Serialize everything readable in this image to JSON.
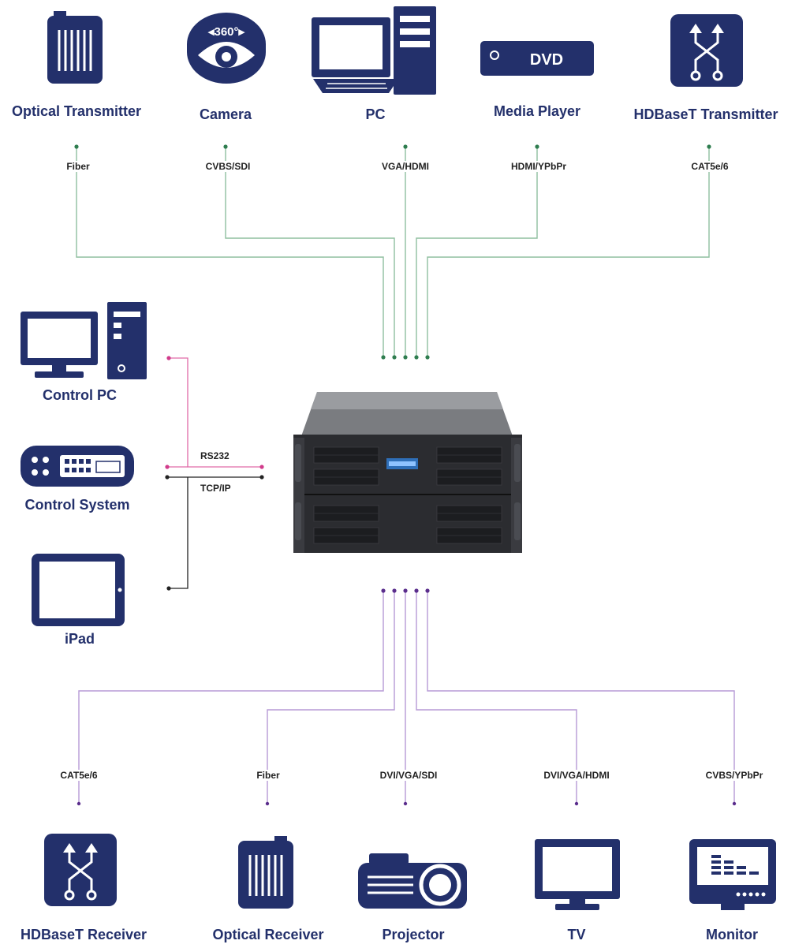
{
  "sources": [
    {
      "label": "Optical Transmitter",
      "signal": "Fiber",
      "icon": "optical-transmitter-icon"
    },
    {
      "label": "Camera",
      "signal": "CVBS/SDI",
      "icon": "camera-360-icon",
      "badge": "360°"
    },
    {
      "label": "PC",
      "signal": "VGA/HDMI",
      "icon": "pc-icon"
    },
    {
      "label": "Media Player",
      "signal": "HDMI/YPbPr",
      "icon": "dvd-player-icon",
      "badge": "DVD"
    },
    {
      "label": "HDBaseT Transmitter",
      "signal": "CAT5e/6",
      "icon": "hdbaset-transmitter-icon"
    }
  ],
  "controllers": [
    {
      "label": "Control PC",
      "icon": "control-pc-icon"
    },
    {
      "label": "Control System",
      "icon": "control-system-icon"
    },
    {
      "label": "iPad",
      "icon": "ipad-icon"
    }
  ],
  "control_protocols": {
    "rs232": "RS232",
    "tcpip": "TCP/IP"
  },
  "matrix": {
    "icon": "matrix-switcher-icon"
  },
  "outputs": [
    {
      "label": "HDBaseT Receiver",
      "signal": "CAT5e/6",
      "icon": "hdbaset-receiver-icon"
    },
    {
      "label": "Optical Receiver",
      "signal": "Fiber",
      "icon": "optical-receiver-icon"
    },
    {
      "label": "Projector",
      "signal": "DVI/VGA/SDI",
      "icon": "projector-icon"
    },
    {
      "label": "TV",
      "signal": "DVI/VGA/HDMI",
      "icon": "tv-icon"
    },
    {
      "label": "Monitor",
      "signal": "CVBS/YPbPr",
      "icon": "monitor-icon"
    }
  ],
  "colors": {
    "icon": "#23306b",
    "input_line": "#8fbf9f",
    "input_dot": "#2e7d4f",
    "output_line": "#b79ad6",
    "output_dot": "#5a2d8c",
    "rs232_line": "#e06aa8",
    "tcpip_line": "#222222"
  }
}
